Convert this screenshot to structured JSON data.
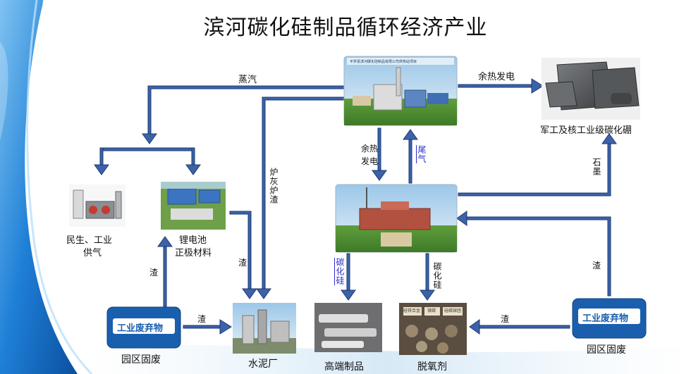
{
  "title": "滨河碳化硅制品循环经济产业",
  "nodes": {
    "power_plant_caption": "平罗县滨河碳化硅制品有限公司供热站项目",
    "boron": "军工及核工业级碳化硼",
    "heating_1": "民生、工业",
    "heating_2": "供气",
    "lithium_1": "锂电池",
    "lithium_2": "正极材料",
    "park_waste_left": "园区固废",
    "park_waste_right": "园区固废",
    "cement": "水泥厂",
    "high_end": "高端制品",
    "deoxidizer": "脱氧剂",
    "waste_logo": "工业废弃物",
    "deox_tags": [
      "硅铁合金",
      "镁碳",
      "硅碳球团"
    ]
  },
  "edges": {
    "steam": "蒸汽",
    "waste_heat_power_top": "余热发电",
    "waste_heat_power_mid": "余热发电",
    "tail_gas": "尾气",
    "ash_slag": "炉灰炉渣",
    "slag_lithium_cement": "渣",
    "slag_left_up": "渣",
    "slag_left_right": "渣",
    "slag_right_left": "渣",
    "slag_right_up": "渣",
    "graphite": "石墨",
    "sic_high": "碳化硅",
    "sic_deox": "碳化硅"
  },
  "colors": {
    "arrow_fill": "#3c63a8",
    "arrow_stroke": "#1d3a73",
    "waste_logo_bg": "#1a5fae",
    "background_wave": "#1e7fd6"
  }
}
